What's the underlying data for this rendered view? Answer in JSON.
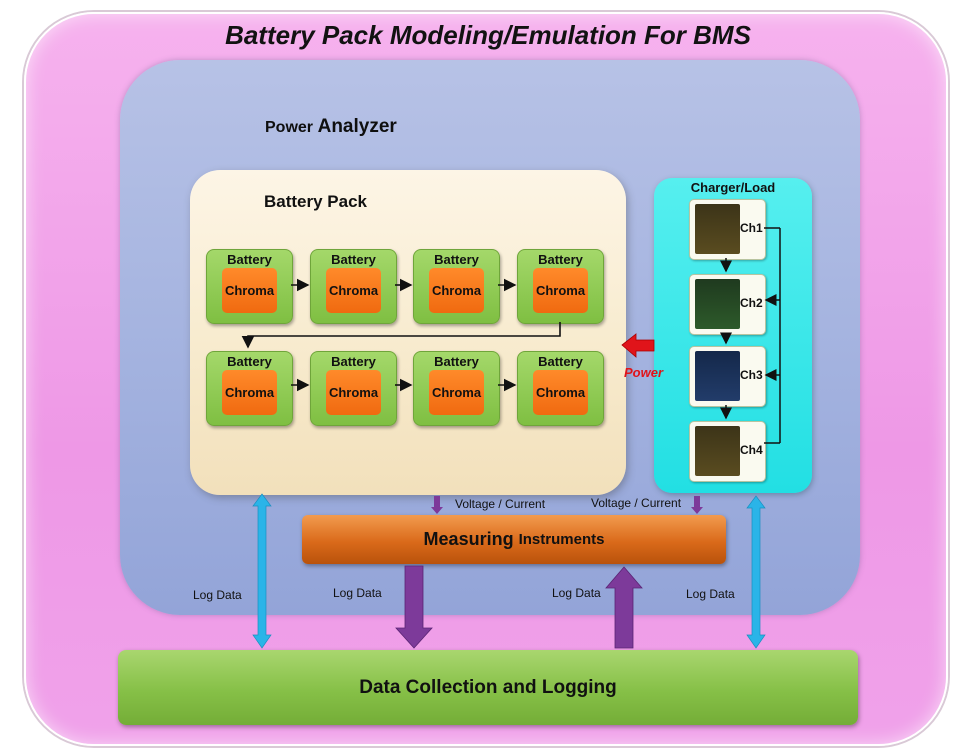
{
  "title": "Battery Pack Modeling/Emulation For BMS",
  "power_analyzer": {
    "label_small": "Power",
    "label_large": "Analyzer"
  },
  "battery_pack": {
    "label": "Battery Pack",
    "cells": [
      {
        "title": "Battery",
        "body": "Chroma"
      },
      {
        "title": "Battery",
        "body": "Chroma"
      },
      {
        "title": "Battery",
        "body": "Chroma"
      },
      {
        "title": "Battery",
        "body": "Chroma"
      },
      {
        "title": "Battery",
        "body": "Chroma"
      },
      {
        "title": "Battery",
        "body": "Chroma"
      },
      {
        "title": "Battery",
        "body": "Chroma"
      },
      {
        "title": "Battery",
        "body": "Chroma"
      }
    ]
  },
  "charger_load": {
    "label": "Charger/Load",
    "channels": [
      "Ch1",
      "Ch2",
      "Ch3",
      "Ch4"
    ]
  },
  "power_label": "Power",
  "voltage_current_1": "Voltage / Current",
  "voltage_current_2": "Voltage / Current",
  "measuring": {
    "large": "Measuring",
    "small": "Instruments"
  },
  "log_data": [
    "Log Data",
    "Log Data",
    "Log Data",
    "Log Data"
  ],
  "data_collection": "Data Collection and Logging",
  "colors": {
    "outer": "#ef9fe8",
    "analyzer": "#a3b2df",
    "pack": "#f8ecd0",
    "cell": "#8cc64f",
    "chroma": "#f57a1c",
    "charger": "#2ee3e6",
    "measuring": "#d9691b",
    "collection": "#86c047",
    "power_arrow": "#e0141a",
    "purple_arrow": "#7d3a9a",
    "blue_arrow": "#2ab4e8"
  }
}
